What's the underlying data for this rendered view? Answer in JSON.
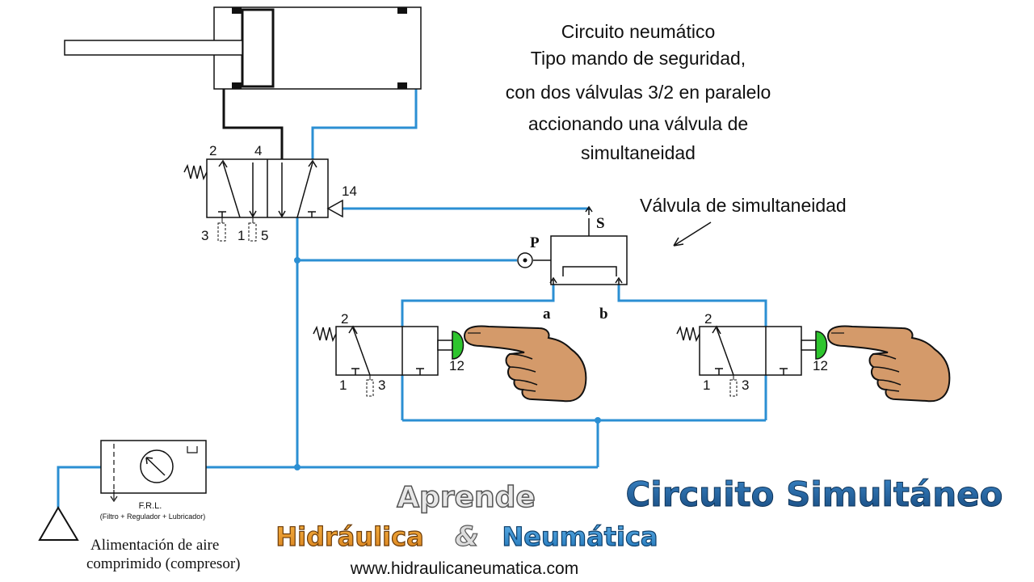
{
  "description": {
    "lines": [
      "Circuito neumático",
      "Tipo mando de seguridad,",
      "con dos válvulas 3/2 en paralelo",
      "accionando una válvula de",
      "simultaneidad"
    ]
  },
  "simultaneity_label": "Válvula de simultaneidad",
  "simultaneity_valve": {
    "port_s": "S",
    "port_p": "P",
    "port_a": "a",
    "port_b": "b"
  },
  "valve_5_2": {
    "port_2": "2",
    "port_4": "4",
    "port_14": "14",
    "port_3": "3",
    "port_1": "1",
    "port_5": "5"
  },
  "valve_left": {
    "port_2": "2",
    "port_1": "1",
    "port_3": "3",
    "port_12": "12"
  },
  "valve_right": {
    "port_2": "2",
    "port_1": "1",
    "port_3": "3",
    "port_12": "12"
  },
  "frl": {
    "title": "F.R.L.",
    "subtitle": "(Filtro + Regulador + Lubricador)"
  },
  "supply": {
    "line1": "Alimentación de aire",
    "line2": "comprimido (compresor)"
  },
  "branding": {
    "word1": "Aprende",
    "word2": "Hidráulica",
    "ampersand": "&",
    "word3": "Neumática",
    "url": "www.hidraulicaneumatica.com",
    "title": "Circuito Simultáneo"
  },
  "colors": {
    "air_line": "#2b8fd3",
    "exhaust_line": "#111111",
    "button": "#2ec52e",
    "hand": "#d49a6a",
    "title": "#1f5f9e"
  }
}
